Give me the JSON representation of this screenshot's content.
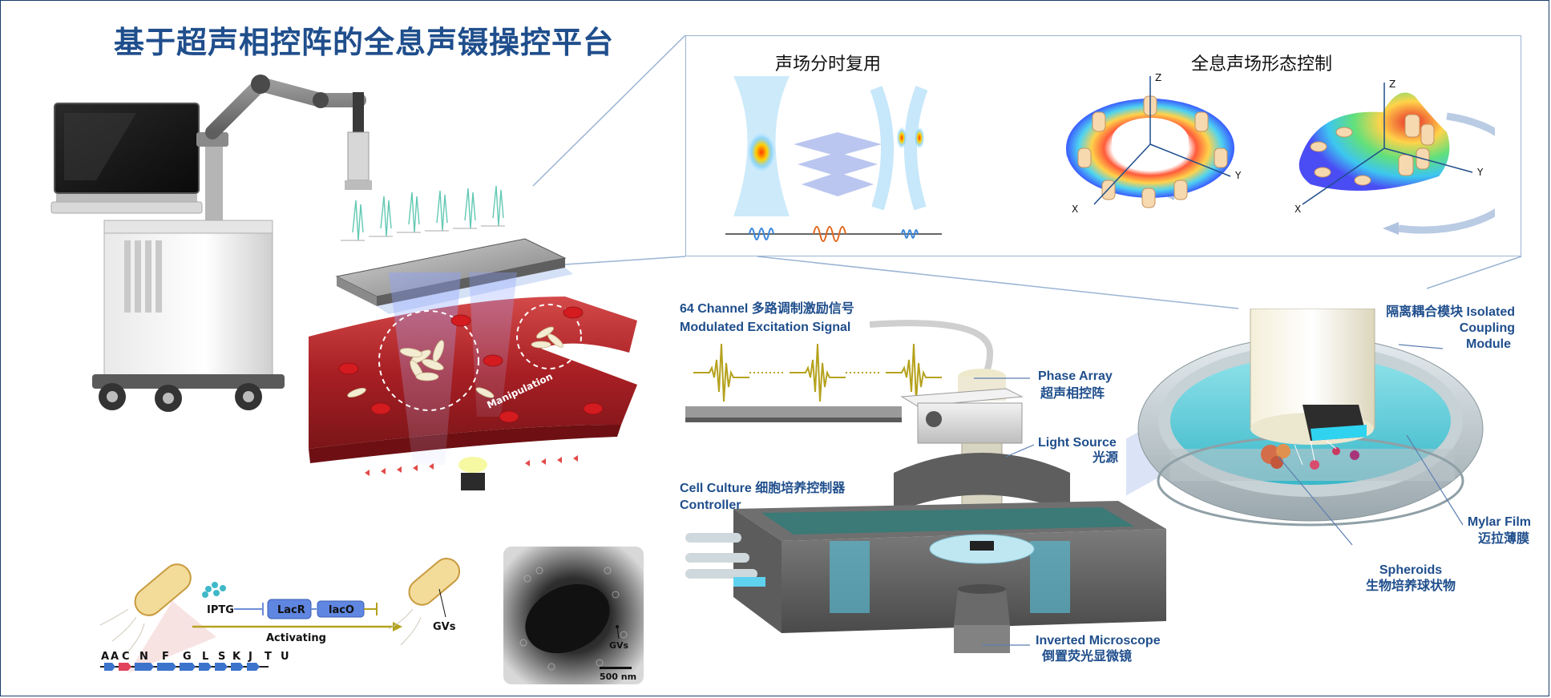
{
  "title": "基于超声相控阵的全息声镊操控平台",
  "inset": {
    "left_title": "声场分时复用",
    "right_title": "全息声场形态控制",
    "axes": {
      "z": "Z",
      "y": "Y",
      "x": "X"
    }
  },
  "vessel": {
    "manipulation": "Manipulation"
  },
  "gene": {
    "iptg": "IPTG",
    "lacr": "LacR",
    "laco": "lacO",
    "activating": "Activating",
    "gvs": "GVs",
    "cluster_letters": [
      "A",
      "A",
      "C",
      "N",
      "F",
      "G",
      "L",
      "S",
      "K",
      "J",
      "T",
      "U"
    ]
  },
  "tem": {
    "gvs": "GVs",
    "scale": "500 nm"
  },
  "platform": {
    "signal_line1": "64 Channel  多路调制激励信号",
    "signal_line2": "Modulated Excitation Signal",
    "phase_array_en": "Phase Array",
    "phase_array_zh": "超声相控阵",
    "light_source_en": "Light Source",
    "light_source_zh": "光源",
    "cell_culture_line1": "Cell Culture  细胞培养控制器",
    "cell_culture_line2": "Controller",
    "inverted_en": "Inverted Microscope",
    "inverted_zh": "倒置荧光显微镜",
    "isolated_line1": "隔离耦合模块 Isolated",
    "isolated_line2": "Coupling",
    "isolated_line3": "Module",
    "mylar_en": "Mylar Film",
    "mylar_zh": "迈拉薄膜",
    "spheroids_en": "Spheroids",
    "spheroids_zh": "生物培养球状物"
  },
  "colors": {
    "title": "#1f4e8c",
    "label": "#1f4e8c",
    "signal": "#b5a21e",
    "vessel": "#b3262a",
    "rbc": "#c8161c",
    "water": "#5ec9d6",
    "housing": "#6b6b6b"
  }
}
